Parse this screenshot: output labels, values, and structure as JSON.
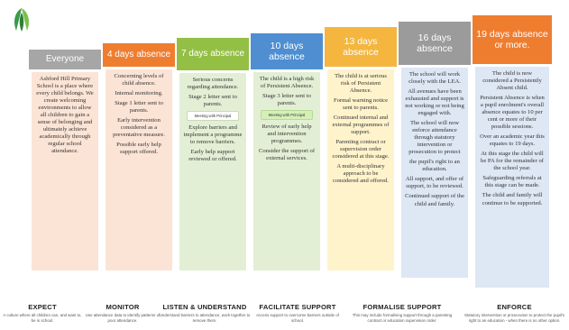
{
  "colors": {
    "everyone": "#a6a6a6",
    "days4": "#ef7d30",
    "days7": "#94bf45",
    "days10": "#4f8ed1",
    "days13": "#f4b63e",
    "days16": "#9b9b9b",
    "days19": "#ef7d30"
  },
  "columns": [
    {
      "header": "Everyone",
      "paragraphs": [
        "Ashford Hill Primary School is a place where every child belongs. We create welcoming environments to allow all children to gain a sense of belonging and ultimately achieve academically through regular school attendance."
      ],
      "badge": ""
    },
    {
      "header": "4 days absence",
      "paragraphs": [
        "Concerning levels of child absence.",
        "Internal monitoring.",
        "Stage 1 letter sent to parents.",
        "Early intervention considered as a preventative measure.",
        "Possible early help support offered."
      ],
      "badge": ""
    },
    {
      "header": "7 days absence",
      "paragraphs": [
        "Serious concerns regarding attendance.",
        "Stage 2 letter sent to parents.",
        "Explore barriers and implement a programme to remove barriers.",
        "Early help support reviewed or offered."
      ],
      "badge": "Meeting with Principal"
    },
    {
      "header": "10 days absence",
      "paragraphs": [
        "The child is a high risk of Persistent Absence.",
        "Stage 3 letter sent to parents.",
        "Review of early help and intervention programmes.",
        "Consider the support of external services."
      ],
      "badge": "Meeting with Principal"
    },
    {
      "header": "13 days absence",
      "paragraphs": [
        "The child is at serious risk of Persistent Absence.",
        "Formal warning notice sent to parents.",
        "Continued internal and external programmes of support.",
        "Parenting contract or supervision order considered at this stage.",
        "A multi-disciplinary approach to be considered and offered."
      ],
      "badge": ""
    },
    {
      "header": "16 days absence",
      "paragraphs": [
        "The school will work closely with the LEA.",
        "All avenues have been exhausted and support is not working or not being engaged with.",
        "The school will now enforce attendance through statutory intervention or prosecution to protect",
        "the pupil's right to an education.",
        "All support, and offer of support, to be reviewed.",
        "Continued support of the child and family."
      ],
      "badge": ""
    },
    {
      "header": "19 days absence or more.",
      "paragraphs": [
        "The child is now considered a Persistently Absent child.",
        "Persistent Absence is when a pupil enrolment's overall absence equates to 10 per cent or more of their possible sessions.",
        "Over an academic year this equates to 19 days.",
        "At this stage the child will be PA for the remainder of the school year.",
        "Safeguarding referrals at this stage can be made.",
        "The child and family will continue to be supported."
      ],
      "badge": ""
    }
  ],
  "footer": [
    {
      "title": "EXPECT",
      "desc": "A culture where all children can, and want to, be in school."
    },
    {
      "title": "MONITOR",
      "desc": "Use attendance data to identify patterns of poor attendance."
    },
    {
      "title": "LISTEN & UNDERSTAND",
      "desc": "Understand barriers to attendance, work together to remove them."
    },
    {
      "title": "FACILITATE SUPPORT",
      "desc": "Access support to overcome barriers outside of school."
    },
    {
      "title": "FORMALISE SUPPORT",
      "desc": "This may include formalising support through a parenting contract or education supervision order."
    },
    {
      "title": "ENFORCE",
      "desc": "Statutory intervention or prosecution to protect the pupil's right to an education - when there is no other option."
    }
  ]
}
